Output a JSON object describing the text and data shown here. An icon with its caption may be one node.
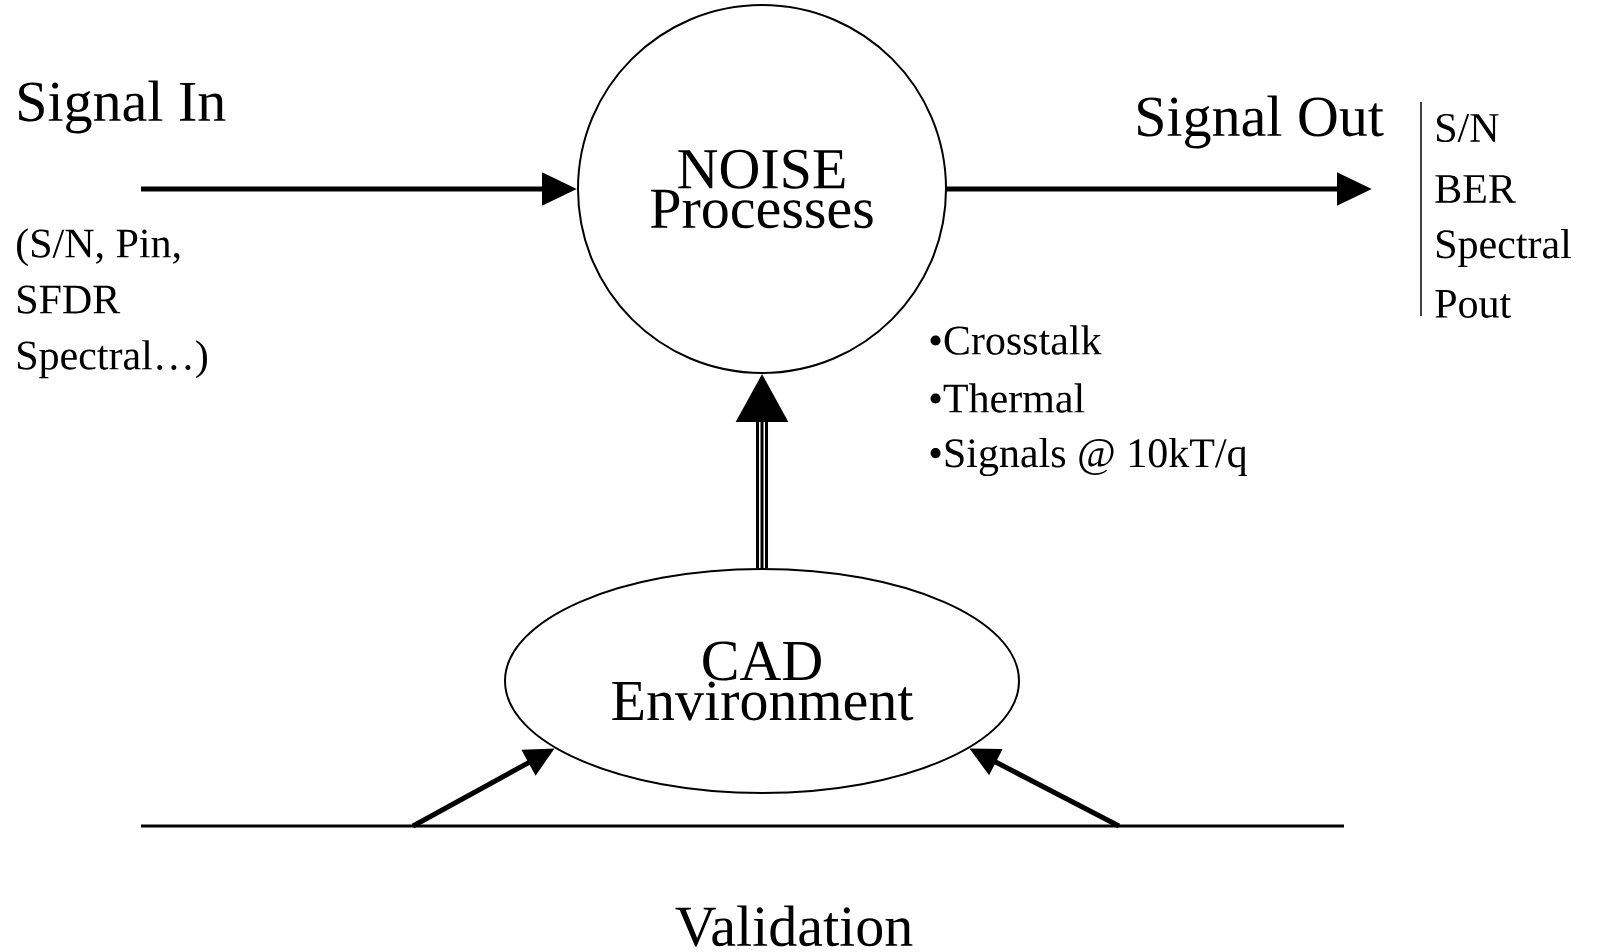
{
  "diagram": {
    "nodes": [
      {
        "text": [
          "NOISE Processes"
        ]
      },
      {
        "text": [
          "CAD Environment"
        ]
      },
      {
        "text": [
          "Validation"
        ]
      }
    ],
    "edges": [
      {
        "from": null,
        "to": 0,
        "arrow": "to"
      },
      {
        "from": 0,
        "to": null,
        "arrow": "to"
      },
      {
        "from": 1,
        "to": 0,
        "arrow": "to",
        "style": "thick"
      },
      {
        "from": 2,
        "to": 1,
        "arrow": "to"
      },
      {
        "from": 2,
        "to": 1,
        "arrow": "to"
      }
    ],
    "labels": [
      "Signal In",
      "(S/N, Pin, SFDR Spectral…)",
      "Signal Out",
      "S/N",
      "BER",
      "Spectral",
      "Pout",
      "•Crosstalk",
      "•Thermal",
      "•Signals @ 10kT/q"
    ]
  }
}
